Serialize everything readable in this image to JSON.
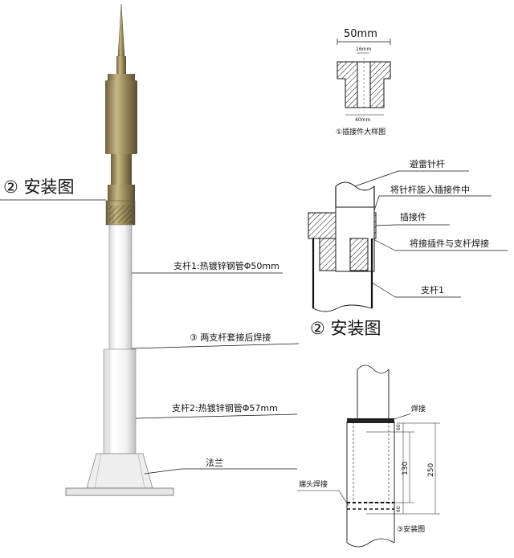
{
  "labels": {
    "dim_top_width": "50mm",
    "dim_inner": "16mm",
    "dim_bottom_width": "40mm",
    "detail_caption": "①插接件大样图",
    "install_title_left": "② 安装图",
    "pole1": "支杆1:热镀锌钢管Φ50mm",
    "weld_two": "③ 两支杆套接后焊接",
    "pole2": "支杆2:热镀锌钢管Φ57mm",
    "flange": "法兰",
    "rod": "避雷针杆",
    "screw_in": "将针杆旋入插接件中",
    "connector": "插接件",
    "weld_connector": "将接插件与支杆焊接",
    "pole1_short": "支杆1",
    "install_title_right": "② 安装图",
    "full_weld": "焊接",
    "end_weld": "端头焊接",
    "dim_60_top": "60",
    "dim_130": "130",
    "dim_250": "250",
    "dim_60_bottom": "60",
    "install_caption_3": "③安装图"
  },
  "colors": {
    "rod_metal": "#a08d5e",
    "rod_dark": "#6e6040",
    "line": "#111111",
    "pole_fill": "#f4f4f4"
  }
}
